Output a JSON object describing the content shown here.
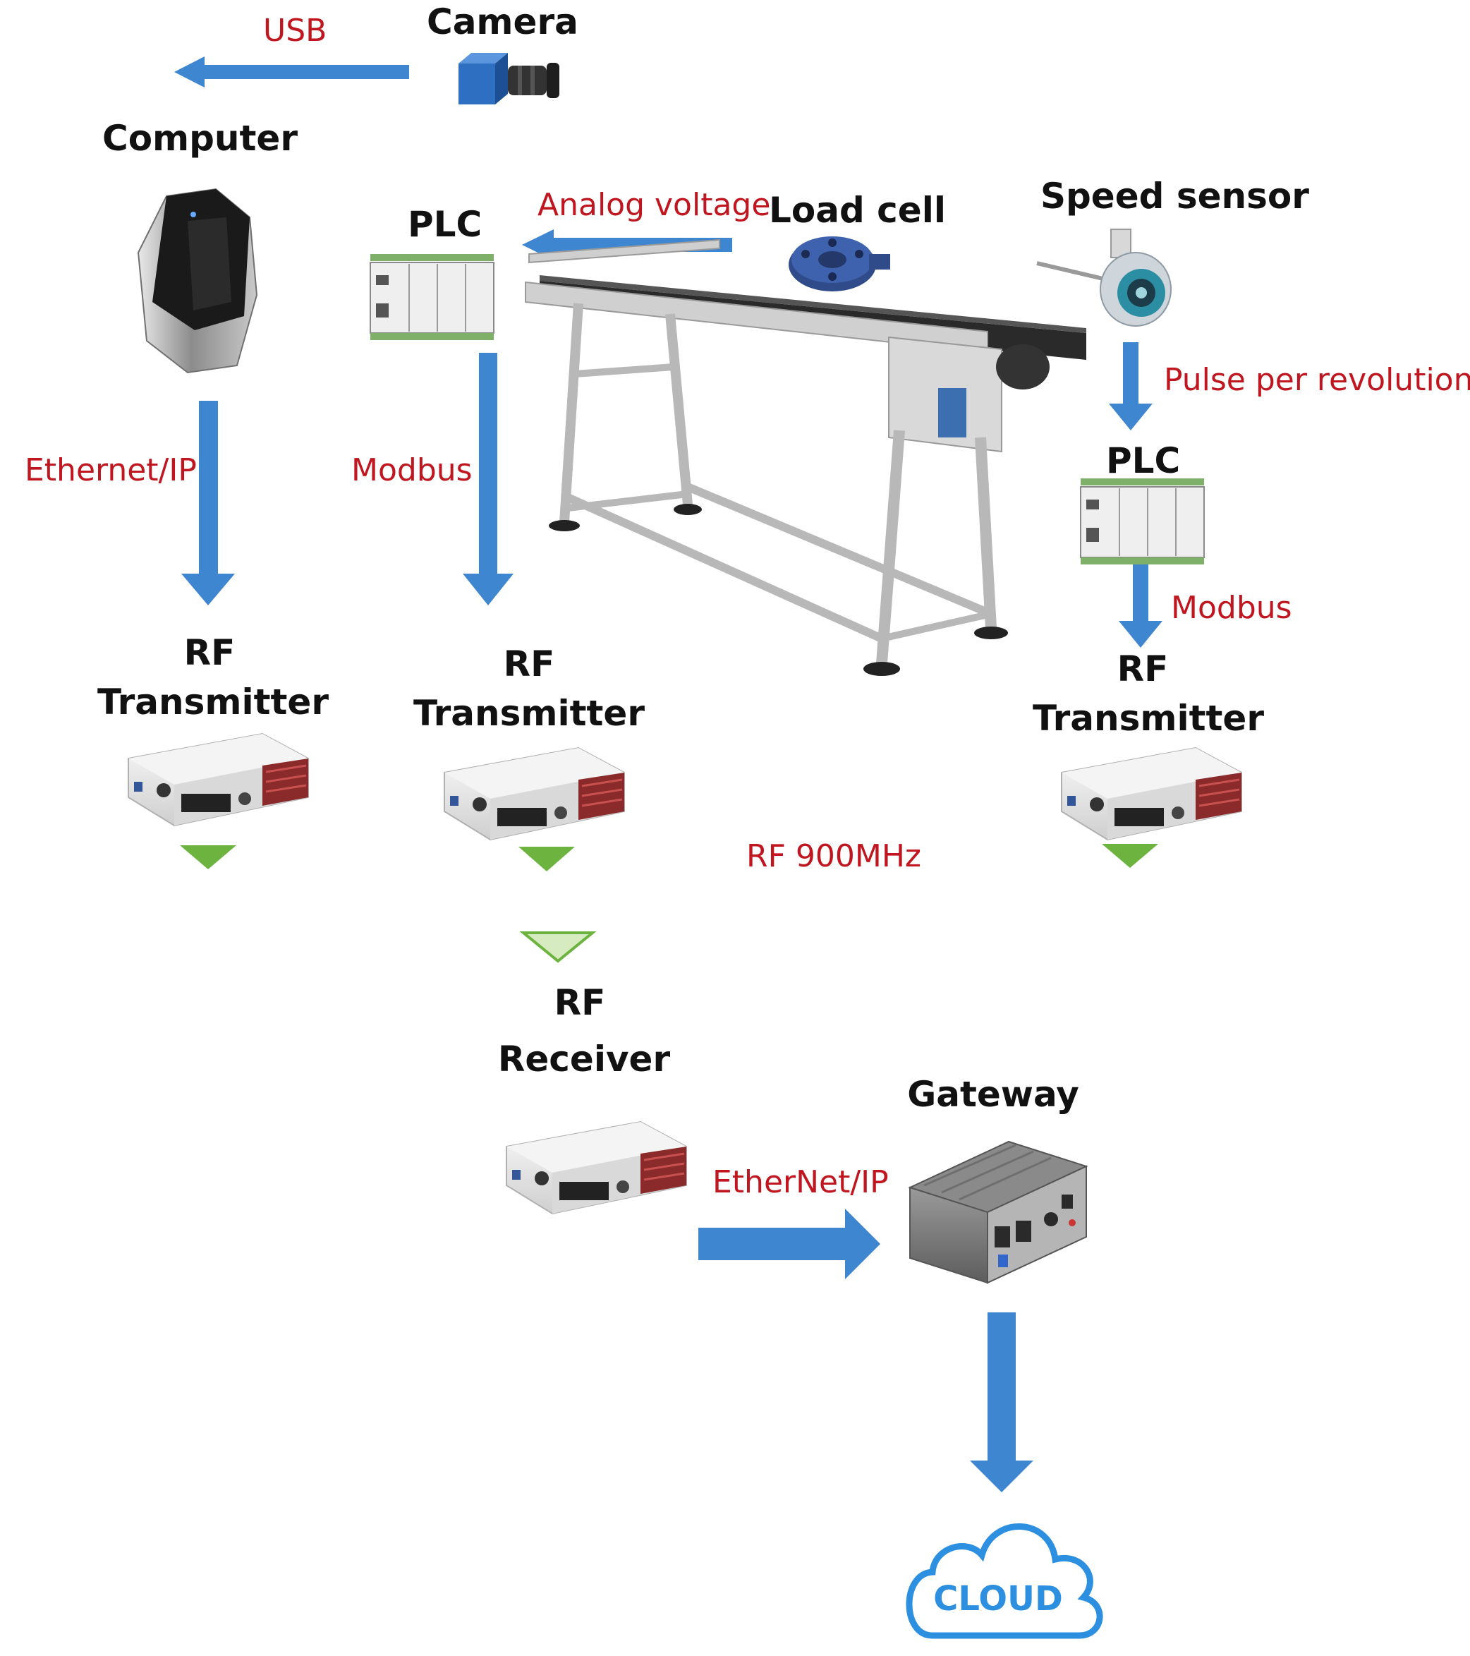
{
  "colors": {
    "arrow": "#3f86d1",
    "protocol_text": "#c0161f",
    "title_text": "#111111",
    "rf_triangle": "#6db33f",
    "cloud": "#2d8fe0"
  },
  "nodes": {
    "camera": {
      "label": "Camera",
      "icon": "camera-icon"
    },
    "computer": {
      "label": "Computer",
      "icon": "computer-tower-icon"
    },
    "plc_left": {
      "label": "PLC",
      "icon": "plc-icon"
    },
    "load_cell": {
      "label": "Load cell",
      "icon": "load-cell-icon"
    },
    "speed_sensor": {
      "label": "Speed sensor",
      "icon": "speed-sensor-icon"
    },
    "plc_right": {
      "label": "PLC",
      "icon": "plc-icon"
    },
    "conveyor": {
      "icon": "conveyor-belt-icon"
    },
    "rf_tx_1": {
      "line1": "RF",
      "line2": "Transmitter",
      "icon": "rf-module-icon"
    },
    "rf_tx_2": {
      "line1": "RF",
      "line2": "Transmitter",
      "icon": "rf-module-icon"
    },
    "rf_tx_3": {
      "line1": "RF",
      "line2": "Transmitter",
      "icon": "rf-module-icon"
    },
    "rf_rx": {
      "line1": "RF",
      "line2": "Receiver",
      "icon": "rf-module-icon"
    },
    "gateway": {
      "label": "Gateway",
      "icon": "gateway-box-icon"
    },
    "cloud": {
      "label": "CLOUD",
      "icon": "cloud-icon"
    }
  },
  "links": {
    "usb": "USB",
    "analog": "Analog voltage",
    "pulse": "Pulse per revolution",
    "ethernet_ip_computer": "Ethernet/IP",
    "modbus_left": "Modbus",
    "modbus_right": "Modbus",
    "rf_band": "RF 900MHz",
    "ethernet_ip_gateway": "EtherNet/IP"
  }
}
